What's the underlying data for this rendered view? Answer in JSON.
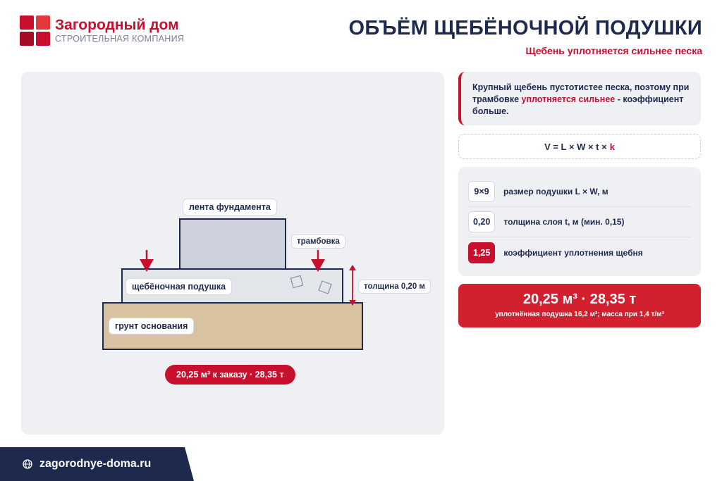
{
  "brand": {
    "name": "Загородный дом",
    "subtitle": "СТРОИТЕЛЬНАЯ КОМПАНИЯ",
    "accent_color": "#c8102e",
    "navy_color": "#1d2a4d"
  },
  "header": {
    "title": "ОБЪЁМ ЩЕБЁНОЧНОЙ ПОДУШКИ",
    "subtitle": "Щебень уплотняется сильнее песка"
  },
  "diagram": {
    "labels": {
      "foundation": "лента фундамента",
      "compaction": "трамбовка",
      "pad": "щебёночная подушка",
      "thickness": "толщина 0,20 м",
      "ground": "грунт основания"
    },
    "result": "20,25 м³ к заказу · 28,35 т"
  },
  "note": {
    "part1": "Крупный щебень пустотистее песка, поэтому при трамбовке ",
    "highlight": "уплотняется сильнее",
    "part2": " - коэффициент больше."
  },
  "formula": {
    "text": "V = L × W × t ×",
    "k": "k"
  },
  "params": [
    {
      "value": "9×9",
      "label": "размер подушки L × W, м",
      "highlight": false
    },
    {
      "value": "0,20",
      "label": "толщина слоя t, м (мин. 0,15)",
      "highlight": false
    },
    {
      "value": "1,25",
      "label": "коэффициент уплотнения щебня",
      "highlight": true
    }
  ],
  "total": {
    "main": "20,25 м³ · 28,35 т",
    "sub": "уплотнённая подушка 16,2 м³; масса при 1,4 т/м³"
  },
  "footer": {
    "url": "zagorodnye-doma.ru",
    "icon": "globe-icon"
  }
}
